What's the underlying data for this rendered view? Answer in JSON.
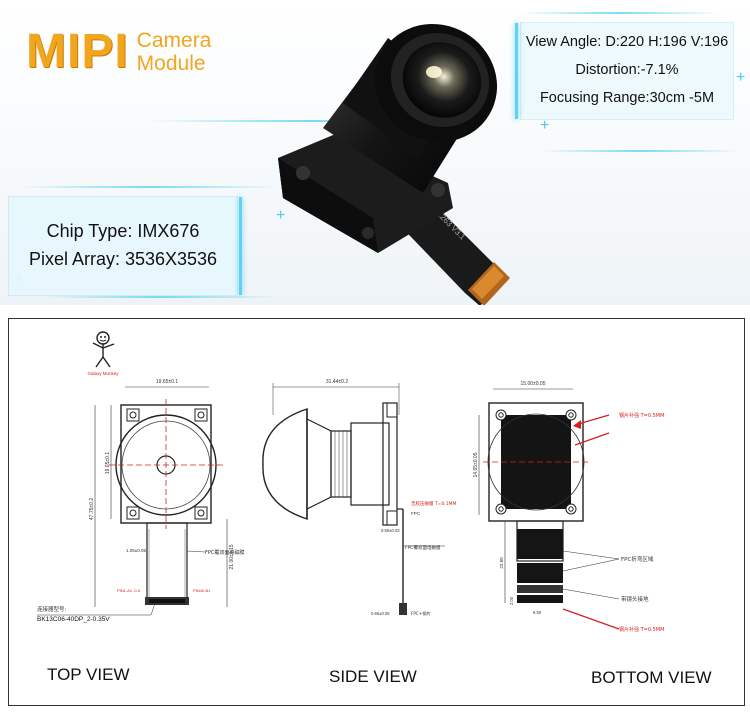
{
  "brand": {
    "main": "MIPI",
    "line1": "Camera",
    "line2": "Module"
  },
  "specs": {
    "view_angle": "View Angle: D:220 H:196 V:196",
    "distortion": "Distortion:-7.1%",
    "focusing_range": "Focusing Range:30cm -5M"
  },
  "chip": {
    "chip_type": "Chip Type: IMX676",
    "pixel_array": "Pixel Array: 3536X3536"
  },
  "camera": {
    "fpc_text": "SFHX676-1263 V3.1"
  },
  "drawing": {
    "mascot_caption": "Galaxy Monkey",
    "top": {
      "dim_width": "19.65±0.1",
      "dim_height_total": "47.75±0.2",
      "dim_height_body": "19.65±0.1",
      "dim_fpc": "21.00±0.15",
      "dim_small": "1.05±0.05",
      "fpc_note": "FPC覆双面电磁膜",
      "conn_left": "PIN1-A1 -0.5",
      "conn_right": "PIN40-B1",
      "connector_title": "连接器型号:",
      "connector_model": "BK13C06-40DP_2-0.35V",
      "view_label": "TOP VIEW"
    },
    "side": {
      "dim_length": "31.44±0.2",
      "note1": "无胶压磁膜 T=0.1MM",
      "note2": "FPC",
      "dim_thick": "0.50±0.03",
      "note3": "FPC覆双面电磁膜",
      "dim_bottom": "0.65±0.05",
      "note4": "FPC+钢片",
      "view_label": "SIDE VIEW"
    },
    "bottom": {
      "dim_width": "15.00±0.05",
      "dim_height": "14.65±0.05",
      "dim_fpc_len": "23.80",
      "dim_small": "2.00",
      "dim_fpc_w": "9.50",
      "note_steel_top": "钢片补强 T=0.5MM",
      "note_fpc_bend": "FPC折弯区域",
      "note_ground": "带镜头接地",
      "note_steel_bottom": "钢片补强 T=0.5MM",
      "view_label": "BOTTOM VIEW"
    }
  },
  "colors": {
    "brand": "#f2a51f",
    "accent": "#5fd2f2",
    "dim_red": "#d42020"
  }
}
